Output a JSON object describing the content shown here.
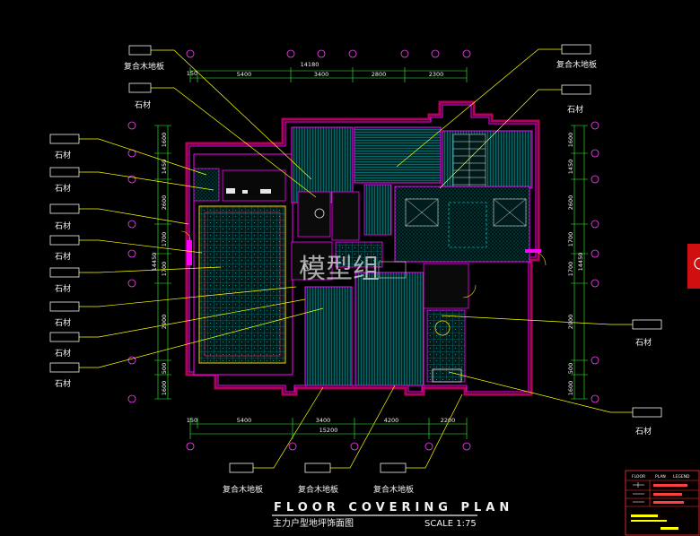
{
  "drawing": {
    "title": "FLOOR COVERING PLAN",
    "subtitle": "主力户型地坪饰面图",
    "scale": "SCALE 1:75",
    "watermark": "模型组"
  },
  "dimensions": {
    "top_total": "14180",
    "top_segments": [
      "5400",
      "3400",
      "2800",
      "2300"
    ],
    "bottom_total": "15200",
    "bottom_segments": [
      "5400",
      "3400",
      "4200",
      "2200"
    ],
    "left_total": "14450",
    "left_segments": [
      "1600",
      "1450",
      "2600",
      "1700",
      "1700",
      "2900",
      "500",
      "1600"
    ],
    "right_total": "14450",
    "right_segments": [
      "1600",
      "1450",
      "2600",
      "1700",
      "1700",
      "2900",
      "500",
      "1600"
    ],
    "start_offset": "150"
  },
  "callouts": {
    "left": [
      "复合木地板",
      "石材",
      "石材",
      "石材",
      "石材",
      "石材",
      "石材",
      "石材",
      "石材",
      "石材"
    ],
    "top_right": [
      "复合木地板",
      "石材"
    ],
    "right": [
      "石材",
      "石材"
    ],
    "bottom": [
      "复合木地板",
      "复合木地板",
      "复合木地板"
    ]
  },
  "legend": {
    "headers": [
      "FLOOR",
      "PLAN",
      "LEGEND"
    ]
  },
  "colors": {
    "background": "#000000",
    "wall": "#ff00ff",
    "wall_outer": "#b3005c",
    "floor_hatch": "#00c8c8",
    "leader": "#ffff00",
    "dim": "#33ff33",
    "legend_frame": "#ff3333"
  }
}
